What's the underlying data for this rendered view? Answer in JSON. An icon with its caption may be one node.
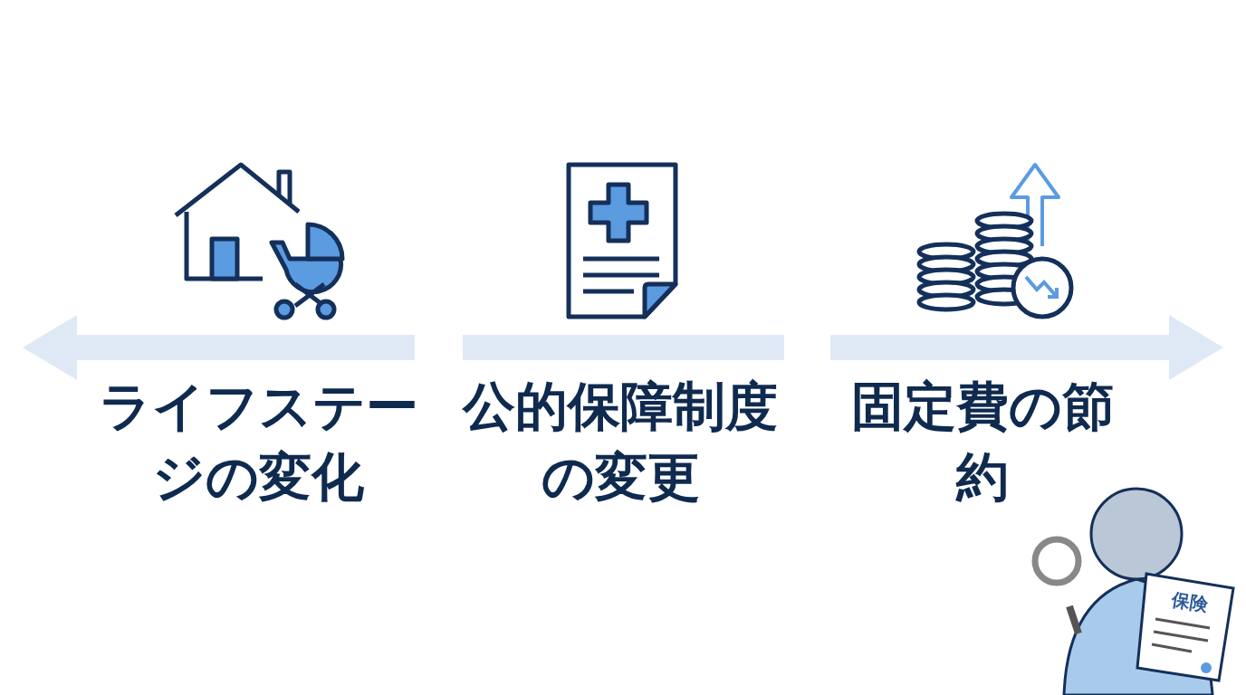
{
  "diagram": {
    "labels": [
      "ライフステージの変化",
      "公的保障制度の変更",
      "固定費の節約",
      "保険"
    ]
  }
}
